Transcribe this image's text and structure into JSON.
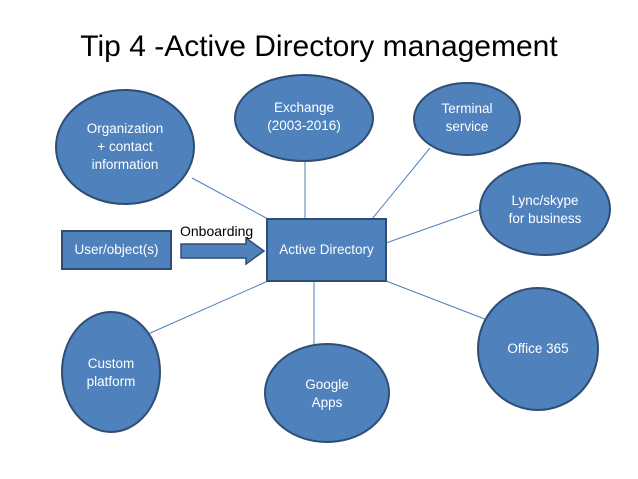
{
  "title": "Tip 4 -Active Directory management",
  "colors": {
    "node_fill": "#4F81BD",
    "node_stroke": "#2E4E73",
    "line": "#4F81BD",
    "text": "#FFFFFF"
  },
  "center": {
    "label": "Active Directory"
  },
  "source": {
    "label": "User/object(s)"
  },
  "arrow": {
    "label": "Onboarding"
  },
  "nodes": {
    "organization": {
      "label": "Organization\n+ contact\ninformation"
    },
    "exchange": {
      "label": "Exchange\n(2003-2016)"
    },
    "terminal": {
      "label": "Terminal\nservice"
    },
    "lync": {
      "label": "Lync/skype\nfor business"
    },
    "office365": {
      "label": "Office 365"
    },
    "google": {
      "label": "Google\nApps"
    },
    "custom": {
      "label": "Custom\nplatform"
    }
  }
}
